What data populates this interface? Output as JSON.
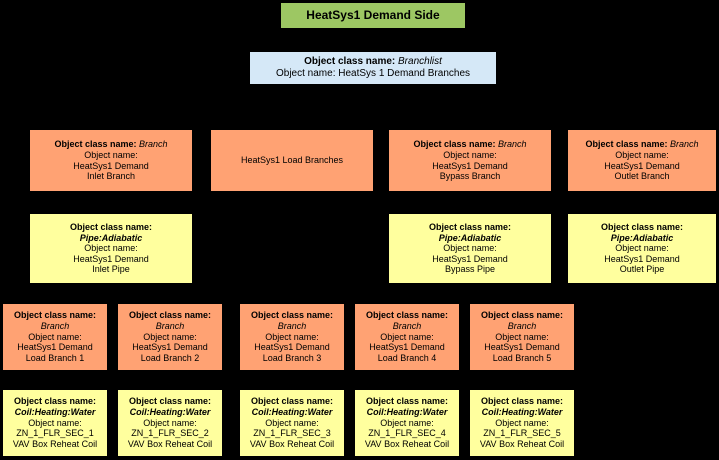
{
  "diagram": {
    "title": "HeatSys1 Demand Side",
    "background_color": "#000000",
    "colors": {
      "title_box": "#9dc763",
      "branchlist_box": "#d5e8f7",
      "branch_box": "#ffa273",
      "pipe_box": "#ffff9e"
    },
    "labels": {
      "class_name": "Object class name:",
      "class_name_inline": "Object class name: ",
      "object_name": "Object name:"
    },
    "branchlist": {
      "class_label": "Object class name: ",
      "class_value": "Branchlist",
      "name_label": "Object name: ",
      "name_value": "HeatSys 1 Demand Branches"
    },
    "branch_row": [
      {
        "class_label": "Object class name: ",
        "class_value": "Branch",
        "name_label": "Object name:",
        "name_line1": "HeatSys1 Demand",
        "name_line2": "Inlet Branch"
      },
      {
        "plain_text": "HeatSys1 Load Branches"
      },
      {
        "class_label": "Object class name: ",
        "class_value": "Branch",
        "name_label": "Object name:",
        "name_line1": "HeatSys1 Demand",
        "name_line2": "Bypass Branch"
      },
      {
        "class_label": "Object class name: ",
        "class_value": "Branch",
        "name_label": "Object name:",
        "name_line1": "HeatSys1 Demand",
        "name_line2": "Outlet Branch"
      }
    ],
    "pipe_row": [
      {
        "class_label": "Object class name:",
        "class_value": "Pipe:Adiabatic",
        "name_label": "Object name:",
        "name_line1": "HeatSys1 Demand",
        "name_line2": "Inlet Pipe"
      },
      {
        "class_label": "Object class name:",
        "class_value": "Pipe:Adiabatic",
        "name_label": "Object name:",
        "name_line1": "HeatSys1 Demand",
        "name_line2": "Bypass Pipe"
      },
      {
        "class_label": "Object class name:",
        "class_value": "Pipe:Adiabatic",
        "name_label": "Object name:",
        "name_line1": "HeatSys1 Demand",
        "name_line2": "Outlet Pipe"
      }
    ],
    "load_branch_row": [
      {
        "class_label": "Object class name:",
        "class_value": "Branch",
        "name_label": "Object name:",
        "name_line1": "HeatSys1 Demand",
        "name_line2": "Load Branch 1"
      },
      {
        "class_label": "Object class name:",
        "class_value": "Branch",
        "name_label": "Object name:",
        "name_line1": "HeatSys1 Demand",
        "name_line2": "Load Branch 2"
      },
      {
        "class_label": "Object class name:",
        "class_value": "Branch",
        "name_label": "Object name:",
        "name_line1": "HeatSys1 Demand",
        "name_line2": "Load Branch 3"
      },
      {
        "class_label": "Object class name:",
        "class_value": "Branch",
        "name_label": "Object name:",
        "name_line1": "HeatSys1 Demand",
        "name_line2": "Load Branch 4"
      },
      {
        "class_label": "Object class name:",
        "class_value": "Branch",
        "name_label": "Object name:",
        "name_line1": "HeatSys1 Demand",
        "name_line2": "Load Branch 5"
      }
    ],
    "coil_row": [
      {
        "class_label": "Object class name:",
        "class_value": "Coil:Heating:Water",
        "name_label": "Object name:",
        "name_line1": "ZN_1_FLR_SEC_1",
        "name_line2": "VAV Box Reheat Coil"
      },
      {
        "class_label": "Object class name:",
        "class_value": "Coil:Heating:Water",
        "name_label": "Object name:",
        "name_line1": "ZN_1_FLR_SEC_2",
        "name_line2": "VAV Box Reheat Coil"
      },
      {
        "class_label": "Object class name:",
        "class_value": "Coil:Heating:Water",
        "name_label": "Object name:",
        "name_line1": "ZN_1_FLR_SEC_3",
        "name_line2": "VAV Box Reheat Coil"
      },
      {
        "class_label": "Object class name:",
        "class_value": "Coil:Heating:Water",
        "name_label": "Object name:",
        "name_line1": "ZN_1_FLR_SEC_4",
        "name_line2": "VAV Box Reheat Coil"
      },
      {
        "class_label": "Object class name:",
        "class_value": "Coil:Heating:Water",
        "name_label": "Object name:",
        "name_line1": "ZN_1_FLR_SEC_5",
        "name_line2": "VAV Box Reheat Coil"
      }
    ]
  }
}
